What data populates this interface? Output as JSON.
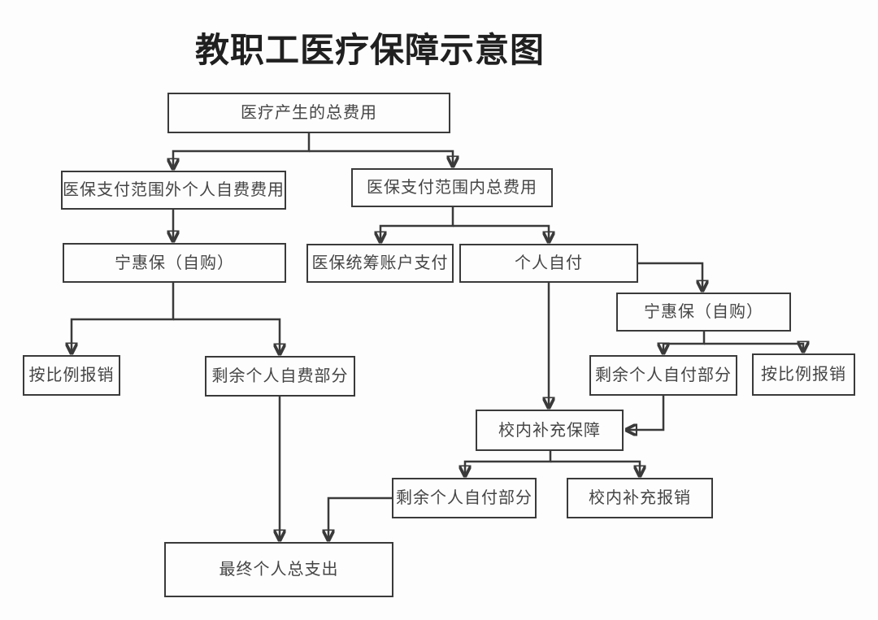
{
  "title": "教职工医疗保障示意图",
  "diagram": {
    "type": "flowchart",
    "colors": {
      "line": "#3a3a3a",
      "text": "#454545",
      "background": "#fdfdfd"
    },
    "nodes": {
      "total_cost": {
        "label": "医疗产生的总费用"
      },
      "outside_scope": {
        "label": "医保支付范围外个人自费费用"
      },
      "inside_scope": {
        "label": "医保支付范围内总费用"
      },
      "ninghuibao_left": {
        "label": "宁惠保（自购）"
      },
      "pooled_account": {
        "label": "医保统筹账户支付"
      },
      "personal_pay": {
        "label": "个人自付"
      },
      "ninghuibao_right": {
        "label": "宁惠保（自购）"
      },
      "proportional_left": {
        "label": "按比例报销"
      },
      "remaining_self_fee": {
        "label": "剩余个人自费部分"
      },
      "remaining_self_pay_right": {
        "label": "剩余个人自付部分"
      },
      "proportional_right": {
        "label": "按比例报销"
      },
      "campus_supplement": {
        "label": "校内补充保障"
      },
      "remaining_self_pay_bottom": {
        "label": "剩余个人自付部分"
      },
      "campus_reimburse": {
        "label": "校内补充报销"
      },
      "final_total": {
        "label": "最终个人总支出"
      }
    },
    "edges": [
      {
        "from": "total_cost",
        "to": "outside_scope"
      },
      {
        "from": "total_cost",
        "to": "inside_scope"
      },
      {
        "from": "outside_scope",
        "to": "ninghuibao_left"
      },
      {
        "from": "ninghuibao_left",
        "to": "proportional_left"
      },
      {
        "from": "ninghuibao_left",
        "to": "remaining_self_fee"
      },
      {
        "from": "inside_scope",
        "to": "pooled_account"
      },
      {
        "from": "inside_scope",
        "to": "personal_pay"
      },
      {
        "from": "personal_pay",
        "to": "ninghuibao_right"
      },
      {
        "from": "ninghuibao_right",
        "to": "remaining_self_pay_right"
      },
      {
        "from": "ninghuibao_right",
        "to": "proportional_right"
      },
      {
        "from": "personal_pay",
        "to": "campus_supplement"
      },
      {
        "from": "remaining_self_pay_right",
        "to": "campus_supplement"
      },
      {
        "from": "campus_supplement",
        "to": "remaining_self_pay_bottom"
      },
      {
        "from": "campus_supplement",
        "to": "campus_reimburse"
      },
      {
        "from": "remaining_self_fee",
        "to": "final_total"
      },
      {
        "from": "remaining_self_pay_bottom",
        "to": "final_total"
      }
    ]
  }
}
